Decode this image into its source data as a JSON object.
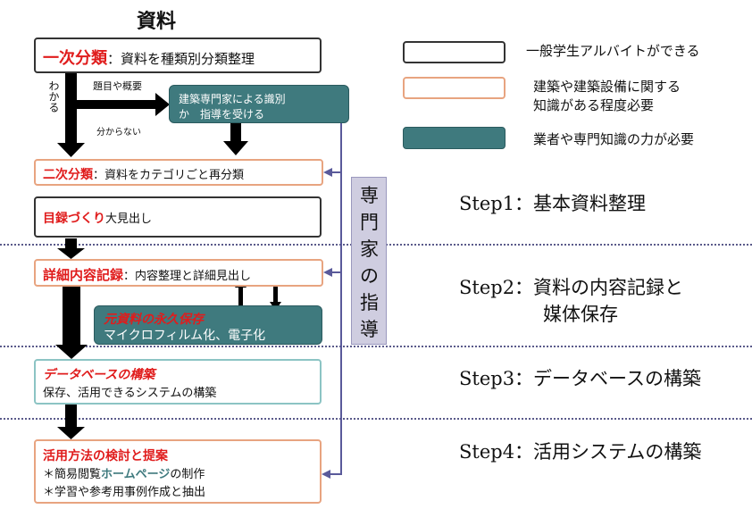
{
  "title": "資料",
  "box1": {
    "bold": "一次分類",
    "rest": "：資料を種類別分類整理"
  },
  "wakaru": "わかる",
  "daimoku": "題目や概要",
  "wakaranai": "分からない",
  "expert_box": {
    "line1": "建築専門家による識別",
    "line2": "か　指導を受ける"
  },
  "box2": {
    "bold": "二次分類",
    "rest": "：資料をカテゴリごと再分類"
  },
  "box3": {
    "bold": "目録づくり",
    "rest": "大見出し"
  },
  "box4": {
    "bold": "詳細内容記録",
    "rest": "：内容整理と詳細見出し"
  },
  "box5": {
    "bold": "元資料の永久保存",
    "line2": "マイクロフィルム化、電子化"
  },
  "box6": {
    "bold": "データベースの構築",
    "line2": "保存、活用できるシステムの構築"
  },
  "box7": {
    "bold": "活用方法の検討と提案",
    "line2_pre": "＊簡易閲覧",
    "line2_hl": "ホームページ",
    "line2_post": "の制作",
    "line3": "＊学習や参考用事例作成と抽出"
  },
  "vertical": [
    "専",
    "門",
    "家",
    "の",
    "指",
    "導"
  ],
  "legend": [
    {
      "text": "一般学生アルバイトができる",
      "color": "#333333"
    },
    {
      "text1": "建築や建築設備に関する",
      "text2": "知識がある程度必要",
      "color": "#e8a480"
    },
    {
      "text": "業者や専門知識の力が必要",
      "color": "#3f7a7e"
    }
  ],
  "steps": {
    "s1": "Step1：基本資料整理",
    "s2a": "Step2：資料の内容記録と",
    "s2b": "媒体保存",
    "s3": "Step3：データベースの構築",
    "s4": "Step4：活用システムの構築"
  },
  "colors": {
    "accent_red": "#e01c1c",
    "teal": "#3f7a7e",
    "orange": "#e8a480",
    "purple": "#5a5a9a"
  }
}
